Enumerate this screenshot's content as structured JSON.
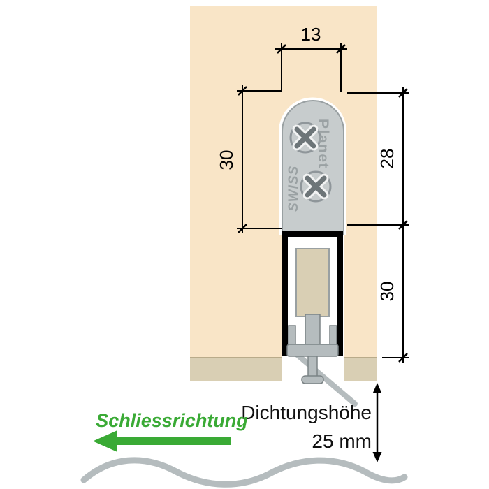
{
  "labels": {
    "dim_width": "13",
    "dim_left_height": "30",
    "dim_right_upper": "28",
    "dim_right_lower": "30",
    "seal_height_title": "Dichtungshöhe",
    "seal_height_value": "25 mm",
    "closing_direction": "Schliessrichtung",
    "brand": "Planet",
    "brand_origin": "SWISS"
  },
  "colors": {
    "door": "#f9e5c7",
    "door_edge": "#d9cfb4",
    "door_edge_line": "#b9ab8a",
    "metal": "#c7cccd",
    "metal_outline": "#99a0a2",
    "seal": "#b5bcbe",
    "seal_outline": "#7b8385",
    "brand_grey": "#9aa1a3",
    "accent_green": "#3aaa35",
    "line": "#000000"
  }
}
